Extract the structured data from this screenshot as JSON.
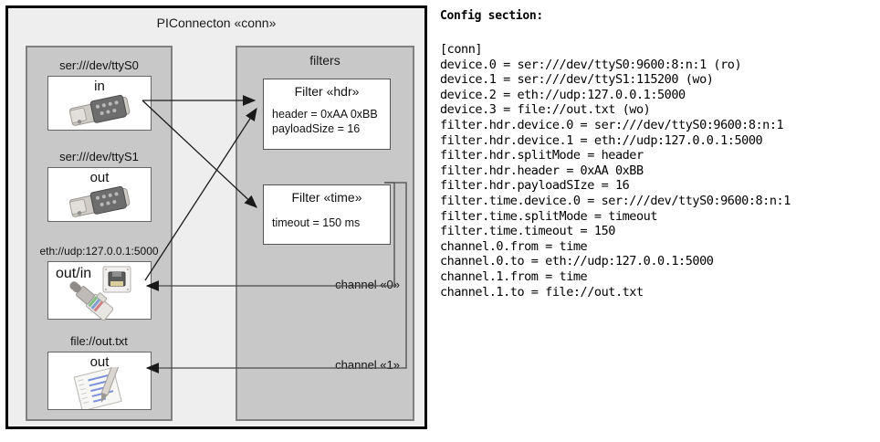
{
  "diagram": {
    "title": "PIConnecton «conn»",
    "devices_panel": {
      "nodes": [
        {
          "label": "ser:///dev/ttyS0",
          "direction": "in",
          "icon": "serial-port-icon"
        },
        {
          "label": "ser:///dev/ttyS1",
          "direction": "out",
          "icon": "serial-port-icon"
        },
        {
          "label": "eth://udp:127.0.0.1:5000",
          "direction": "out/in",
          "icon": "network-plug-icon"
        },
        {
          "label": "file://out.txt",
          "direction": "out",
          "icon": "document-pen-icon"
        }
      ]
    },
    "filters_panel": {
      "title": "filters",
      "filters": [
        {
          "title": "Filter «hdr»",
          "props": [
            "header = 0xAA 0xBB",
            "payloadSize = 16"
          ]
        },
        {
          "title": "Filter «time»",
          "props": [
            "timeout = 150 ms"
          ]
        }
      ],
      "channels": [
        {
          "label": "channel «0»"
        },
        {
          "label": "channel «1»"
        }
      ]
    },
    "colors": {
      "outer_bg": "#eeeeee",
      "panel_bg": "#c8c8c8",
      "card_bg": "#ffffff",
      "border": "#000000",
      "panel_border": "#808080",
      "arrow": "#1a1a1a"
    }
  },
  "config": {
    "heading": "Config section:",
    "lines": [
      "[conn]",
      "device.0 = ser:///dev/ttyS0:9600:8:n:1 (ro)",
      "device.1 = ser:///dev/ttyS1:115200 (wo)",
      "device.2 = eth://udp:127.0.0.1:5000",
      "device.3 = file://out.txt (wo)",
      "filter.hdr.device.0 = ser:///dev/ttyS0:9600:8:n:1",
      "filter.hdr.device.1 = eth://udp:127.0.0.1:5000",
      "filter.hdr.splitMode = header",
      "filter.hdr.header = 0xAA 0xBB",
      "filter.hdr.payloadSIze = 16",
      "filter.time.device.0 = ser:///dev/ttyS0:9600:8:n:1",
      "filter.time.splitMode = timeout",
      "filter.time.timeout = 150",
      "channel.0.from = time",
      "channel.0.to = eth://udp:127.0.0.1:5000",
      "channel.1.from = time",
      "channel.1.to = file://out.txt"
    ]
  }
}
